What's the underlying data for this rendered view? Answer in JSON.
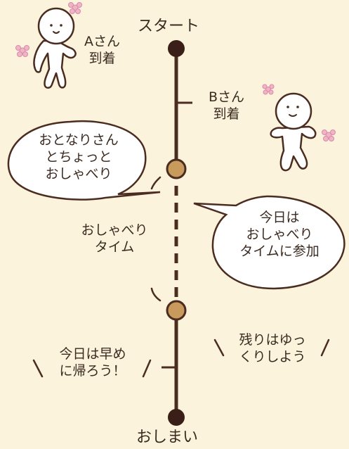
{
  "timeline": {
    "start_label": "スタート",
    "end_label": "おしまい"
  },
  "arrivals": {
    "a": {
      "name": "Aさん",
      "status": "到着"
    },
    "b": {
      "name": "Bさん",
      "status": "到着"
    }
  },
  "bubbles": {
    "left": [
      "おとなりさん",
      "とちょっと",
      "おしゃべり"
    ],
    "right": [
      "今日は",
      "おしゃべり",
      "タイムに参加"
    ]
  },
  "chat_time_label": [
    "おしゃべり",
    "タイム"
  ],
  "leaving": {
    "a": [
      "今日は早め",
      "に帰ろう！"
    ],
    "b": [
      "残りはゆっ",
      "くりしよう"
    ]
  },
  "colors": {
    "background": "#fcf3dc",
    "line": "#4a2c20",
    "node": "#c89b5c",
    "flower": "#f0b4c8"
  }
}
